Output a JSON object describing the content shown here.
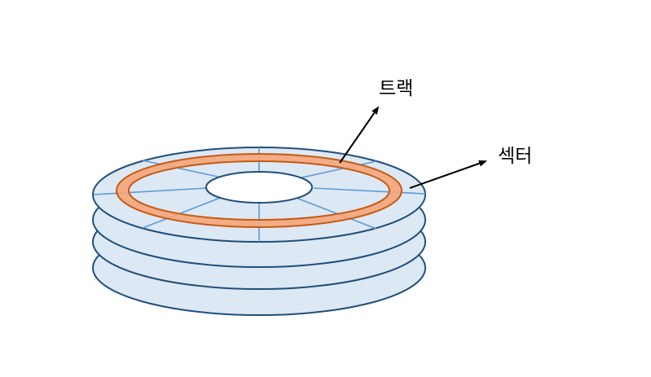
{
  "labels": {
    "track": "트랙",
    "sector": "섹터"
  },
  "colors": {
    "platter_fill": "#dde8f5",
    "platter_stroke": "#1f4e79",
    "track_fill": "#f4a57a",
    "track_stroke": "#c55a11",
    "sector_line": "#5b9bd5",
    "hole_fill": "#ffffff",
    "arrow": "#000000"
  },
  "platters": 4,
  "sector_divisions": 8
}
